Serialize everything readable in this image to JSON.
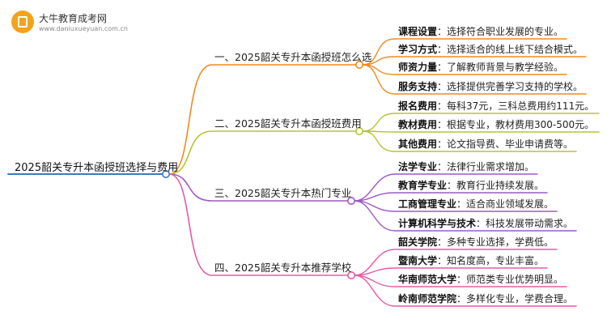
{
  "logo": {
    "name": "大牛教育成考网",
    "url": "www.daniuxueyuan.com.cn",
    "icon": "book-badge-icon"
  },
  "root": "2025韶关专升本函授班选择与费用",
  "branches": [
    {
      "title": "一、2025韶关专升本函授班怎么选",
      "color": "#f08a1d",
      "leaves": [
        {
          "term": "课程设置",
          "desc": "选择符合职业发展的专业。"
        },
        {
          "term": "学习方式",
          "desc": "选择适合的线上线下结合模式。"
        },
        {
          "term": "师资力量",
          "desc": "了解教师背景与教学经验。"
        },
        {
          "term": "服务支持",
          "desc": "选择提供完善学习支持的学校。"
        }
      ]
    },
    {
      "title": "二、2025韶关专升本函授班费用",
      "color": "#b8c334",
      "leaves": [
        {
          "term": "报名费用",
          "desc": "每科37元，三科总费用约111元。"
        },
        {
          "term": "教材费用",
          "desc": "根据专业，教材费用300-500元。"
        },
        {
          "term": "其他费用",
          "desc": "论文指导费、毕业申请费等。"
        }
      ]
    },
    {
      "title": "三、2025韶关专升本热门专业",
      "color": "#9b59c9",
      "leaves": [
        {
          "term": "法学专业",
          "desc": "法律行业需求增加。"
        },
        {
          "term": "教育学专业",
          "desc": "教育行业持续发展。"
        },
        {
          "term": "工商管理专业",
          "desc": "适合商业领域发展。"
        },
        {
          "term": "计算机科学与技术",
          "desc": "科技发展带动需求。"
        }
      ]
    },
    {
      "title": "四、2025韶关专升本推荐学校",
      "color": "#e85aa8",
      "leaves": [
        {
          "term": "韶关学院",
          "desc": "多种专业选择，学费低。"
        },
        {
          "term": "暨南大学",
          "desc": "知名度高，专业丰富。"
        },
        {
          "term": "华南师范大学",
          "desc": "师范类专业优势明显。"
        },
        {
          "term": "岭南师范学院",
          "desc": "多样化专业，学费合理。"
        }
      ]
    }
  ]
}
